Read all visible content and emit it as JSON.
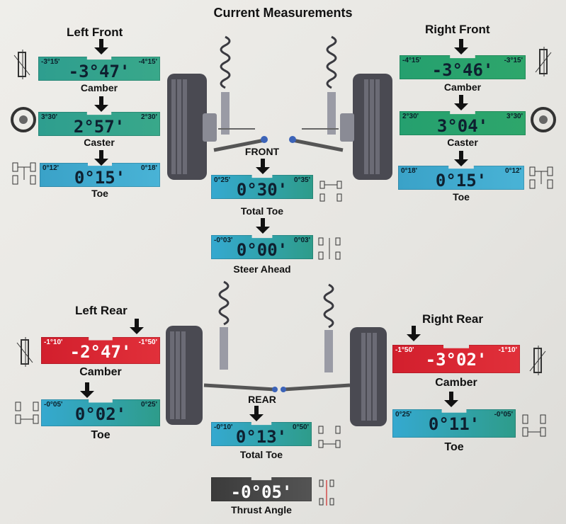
{
  "title": "Current Measurements",
  "front": {
    "axle_label": "FRONT",
    "left_header": "Left Front",
    "right_header": "Right Front",
    "left": {
      "camber": {
        "label": "Camber",
        "value": "-3°47'",
        "min": "-3°15'",
        "max": "-4°15'"
      },
      "caster": {
        "label": "Caster",
        "value": "2°57'",
        "min": "3°30'",
        "max": "2°30'"
      },
      "toe": {
        "label": "Toe",
        "value": "0°15'",
        "min": "0°12'",
        "max": "0°18'"
      }
    },
    "right": {
      "camber": {
        "label": "Camber",
        "value": "-3°46'",
        "min": "-4°15'",
        "max": "-3°15'"
      },
      "caster": {
        "label": "Caster",
        "value": "3°04'",
        "min": "2°30'",
        "max": "3°30'"
      },
      "toe": {
        "label": "Toe",
        "value": "0°15'",
        "min": "0°18'",
        "max": "0°12'"
      }
    },
    "total_toe": {
      "label": "Total Toe",
      "value": "0°30'",
      "min": "0°25'",
      "max": "0°35'"
    },
    "steer_ahead": {
      "label": "Steer Ahead",
      "value": "0°00'",
      "min": "-0°03'",
      "max": "0°03'"
    }
  },
  "rear": {
    "axle_label": "REAR",
    "left_header": "Left Rear",
    "right_header": "Right Rear",
    "left": {
      "camber": {
        "label": "Camber",
        "value": "-2°47'",
        "min": "-1°10'",
        "max": "-1°50'"
      },
      "toe": {
        "label": "Toe",
        "value": "0°02'",
        "min": "-0°05'",
        "max": "0°25'"
      }
    },
    "right": {
      "camber": {
        "label": "Camber",
        "value": "-3°02'",
        "min": "-1°50'",
        "max": "-1°10'"
      },
      "toe": {
        "label": "Toe",
        "value": "0°11'",
        "min": "0°25'",
        "max": "-0°05'"
      }
    },
    "total_toe": {
      "label": "Total Toe",
      "value": "0°13'",
      "min": "-0°10'",
      "max": "0°50'"
    },
    "thrust_angle": {
      "label": "Thrust Angle",
      "value": "-0°05'"
    }
  },
  "colors": {
    "in_spec_blue": "#49b3d6",
    "in_spec_green": "#2ea66b",
    "out_of_spec_red": "#e1303a",
    "neutral_gray": "#545454"
  }
}
